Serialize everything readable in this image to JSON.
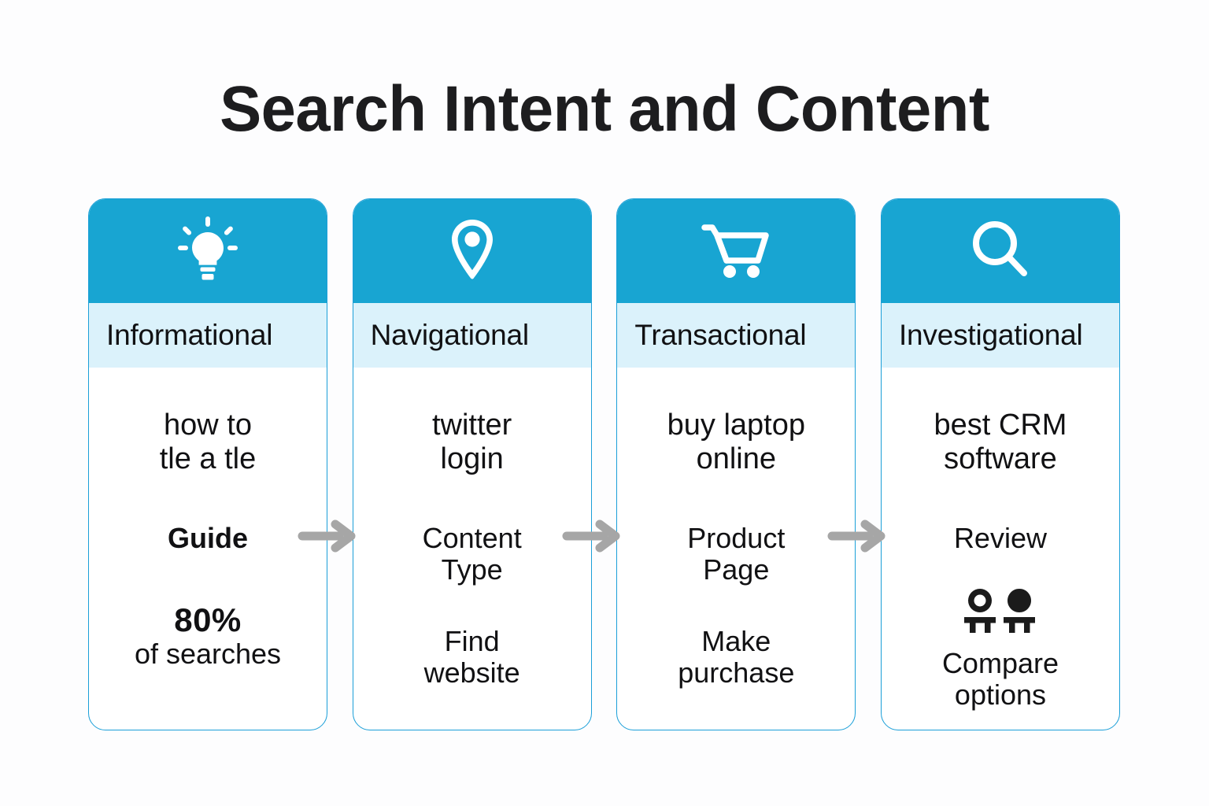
{
  "page": {
    "title": "Search Intent and Content",
    "background_color": "#fdfdfe",
    "accent_color": "#18a5d2",
    "label_band_color": "#dbf2fb",
    "border_color": "#1b9fd8",
    "arrow_color": "#a6a6a6",
    "text_color": "#111113"
  },
  "cards": [
    {
      "icon": "lightbulb-icon",
      "label": "Informational",
      "query": "how to\ntle a tle",
      "content_type": "Guide",
      "stat_number": "80%",
      "stat_caption": "of searches"
    },
    {
      "icon": "location-pin-icon",
      "label": "Navigational",
      "query": "twitter\nlogin",
      "content_type": "Content\nType",
      "action": "Find\nwebsite"
    },
    {
      "icon": "shopping-cart-icon",
      "label": "Transactional",
      "query": "buy laptop\nonline",
      "content_type": "Product\nPage",
      "action": "Make\npurchase"
    },
    {
      "icon": "magnifying-glass-icon",
      "label": "Investigational",
      "query": "best CRM\nsoftware",
      "content_type": "Review",
      "action": "Compare\noptions",
      "action_icon": "two-people-icon"
    }
  ],
  "arrows": [
    {
      "name": "arrow-informational-to-navigational"
    },
    {
      "name": "arrow-navigational-to-transactional"
    },
    {
      "name": "arrow-transactional-to-investigational"
    }
  ]
}
